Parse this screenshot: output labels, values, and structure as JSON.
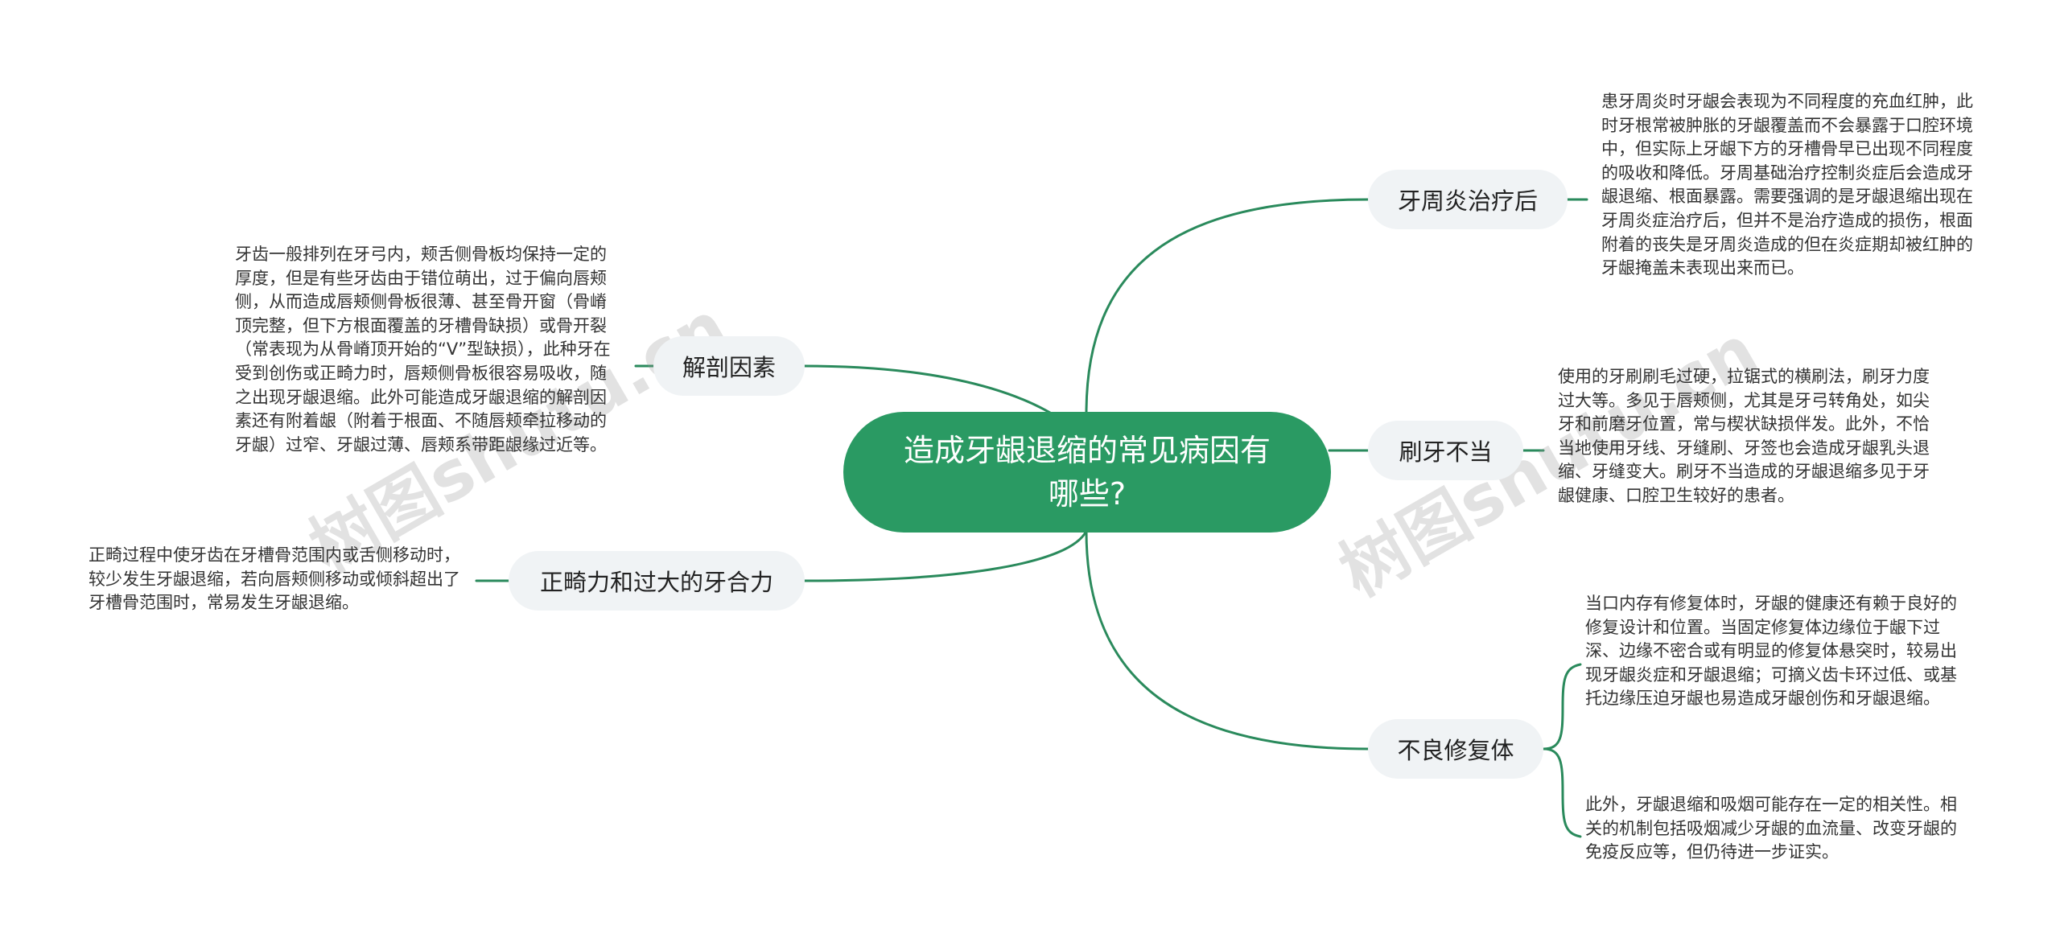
{
  "root": {
    "title": "造成牙龈退缩的常见病因有哪些?"
  },
  "branches": {
    "periodontal": {
      "label": "牙周炎治疗后",
      "detail": "患牙周炎时牙龈会表现为不同程度的充血红肿，此时牙根常被肿胀的牙龈覆盖而不会暴露于口腔环境中，但实际上牙龈下方的牙槽骨早已出现不同程度的吸收和降低。牙周基础治疗控制炎症后会造成牙龈退缩、根面暴露。需要强调的是牙龈退缩出现在牙周炎症治疗后，但并不是治疗造成的损伤，根面附着的丧失是牙周炎造成的但在炎症期却被红肿的牙龈掩盖未表现出来而已。"
    },
    "brushing": {
      "label": "刷牙不当",
      "detail": "使用的牙刷刷毛过硬，拉锯式的横刷法，刷牙力度过大等。多见于唇颊侧，尤其是牙弓转角处，如尖牙和前磨牙位置，常与楔状缺损伴发。此外，不恰当地使用牙线、牙缝刷、牙签也会造成牙龈乳头退缩、牙缝变大。刷牙不当造成的牙龈退缩多见于牙龈健康、口腔卫生较好的患者。"
    },
    "restoration": {
      "label": "不良修复体",
      "detail_1": "当口内存有修复体时，牙龈的健康还有赖于良好的修复设计和位置。当固定修复体边缘位于龈下过深、边缘不密合或有明显的修复体悬突时，较易出现牙龈炎症和牙龈退缩；可摘义齿卡环过低、或基托边缘压迫牙龈也易造成牙龈创伤和牙龈退缩。",
      "detail_2": "此外，牙龈退缩和吸烟可能存在一定的相关性。相关的机制包括吸烟减少牙龈的血流量、改变牙龈的免疫反应等，但仍待进一步证实。"
    },
    "anatomy": {
      "label": "解剖因素",
      "detail": "牙齿一般排列在牙弓内，颊舌侧骨板均保持一定的厚度，但是有些牙齿由于错位萌出，过于偏向唇颊侧，从而造成唇颊侧骨板很薄、甚至骨开窗（骨嵴顶完整，但下方根面覆盖的牙槽骨缺损）或骨开裂（常表现为从骨嵴顶开始的“V”型缺损），此种牙在受到创伤或正畸力时，唇颊侧骨板很容易吸收，随之出现牙龈退缩。此外可能造成牙龈退缩的解剖因素还有附着龈（附着于根面、不随唇颊牵拉移动的牙龈）过窄、牙龈过薄、唇颊系带距龈缘过近等。"
    },
    "orthodontic": {
      "label": "正畸力和过大的牙合力",
      "detail": "正畸过程中使牙齿在牙槽骨范围内或舌侧移动时，较少发生牙龈退缩，若向唇颊侧移动或倾斜超出了牙槽骨范围时，常易发生牙龈退缩。"
    }
  },
  "watermarks": [
    "树图shutu.cn",
    "树图shutu.cn"
  ],
  "colors": {
    "root_fill": "#2a9a63",
    "edge": "#2a8a5c",
    "branch_fill": "#f0f3f5",
    "leaf_text": "#333333"
  }
}
